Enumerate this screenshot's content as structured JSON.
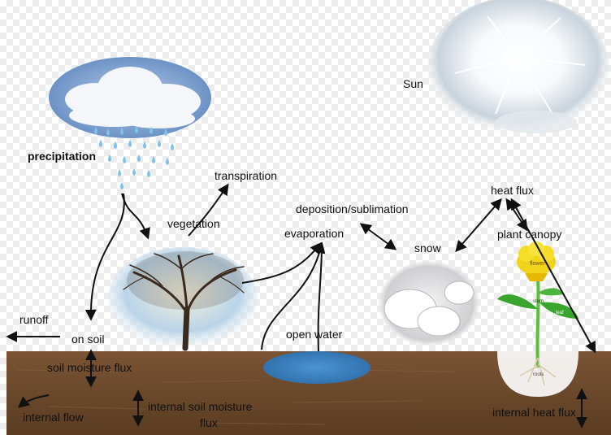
{
  "labels": {
    "sun": "Sun",
    "precipitation": "precipitation",
    "transpiration": "transpiration",
    "vegetation": "vegetation",
    "deposition_sublimation": "deposition/sublimation",
    "evaporation": "evaporation",
    "snow": "snow",
    "heat_flux": "heat flux",
    "plant_canopy": "plant canopy",
    "runoff": "runoff",
    "on_soil": "on soil",
    "open_water": "open water",
    "soil_moisture_flux": "soil moisture flux",
    "internal_flow": "internal flow",
    "internal_soil_moisture_flux_line1": "internal soil moisture",
    "internal_soil_moisture_flux_line2": "flux",
    "internal_heat_flux": "internal heat flux"
  },
  "plant_labels": {
    "flower": "flower",
    "stem": "stem",
    "leaf": "leaf",
    "roots": "roots"
  },
  "colors": {
    "soil": "#6b4a2e",
    "water": "#3f86c4",
    "sky": "#7fa8d6",
    "flower": "#f2d31c",
    "leaf": "#3aa52c",
    "arrow": "#111111"
  }
}
